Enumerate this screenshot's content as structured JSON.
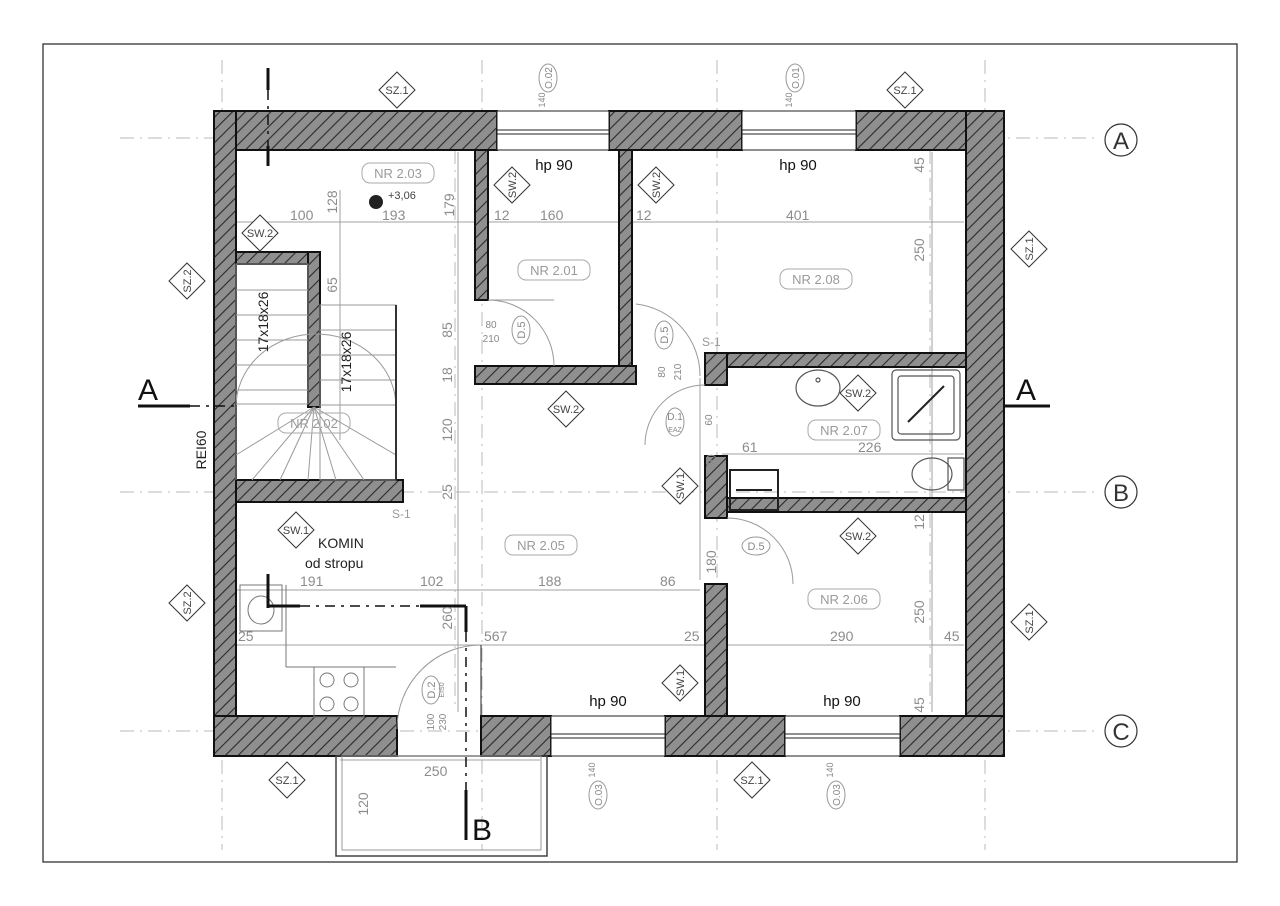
{
  "section_marks": {
    "a": "A",
    "b": "B"
  },
  "axes": {
    "a": "A",
    "b": "B",
    "c": "C"
  },
  "rooms": {
    "r203": "NR 2.03",
    "r201": "NR 2.01",
    "r208": "NR 2.08",
    "r202": "NR 2.02",
    "r207": "NR 2.07",
    "r205": "NR 2.05",
    "r206": "NR 2.06"
  },
  "level": "+3,06",
  "window_labels": {
    "w1": "hp 90",
    "w2": "hp 90",
    "w3": "hp 90",
    "w4": "hp 90"
  },
  "window_tags": {
    "t1": "140",
    "t2": "140",
    "t3": "140",
    "t4": "140"
  },
  "window_codes": {
    "c1": "O.02",
    "c2": "O.01",
    "c3": "O.03",
    "c4": "O.03"
  },
  "wall_tags": {
    "sz1_a": "SZ.1",
    "sz1_b": "SZ.1",
    "sz1_c": "SZ.1",
    "sz1_d": "SZ.1",
    "sz1_e": "SZ.1",
    "sz1_f": "SZ.1",
    "sz2_a": "SZ.2",
    "sz2_b": "SZ.2",
    "sw2_a": "SW.2",
    "sw2_b": "SW.2",
    "sw2_c": "SW.2",
    "sw2_d": "SW.2",
    "sw2_e": "SW.2",
    "sw2_f": "SW.2",
    "sw1_a": "SW.1",
    "sw1_b": "SW.1",
    "sw1_c": "SW.1"
  },
  "doors": {
    "d1": "D.5",
    "d1_size": "80",
    "d1_h": "210",
    "d2": "D.5",
    "d2_size": "80",
    "d2_h": "210",
    "d3": "D.1",
    "d3_sub": "EAZ",
    "d3_size": "60",
    "d4": "D.5",
    "d5": "D.2",
    "d5_sub": "EIS0",
    "d5_size": "100",
    "d5_h": "230"
  },
  "stairs": {
    "s1": "17x18x26",
    "s2": "17x18x26"
  },
  "chimney": {
    "line1": "KOMIN",
    "line2": "od stropu"
  },
  "fire": "REI60",
  "s_marks": {
    "s1": "S-1",
    "s2": "S-1"
  },
  "dimensions": {
    "d100": "100",
    "d128": "128",
    "d193": "193",
    "d179": "179",
    "d12a": "12",
    "d160": "160",
    "d12b": "12",
    "d401": "401",
    "d45a": "45",
    "d250a": "250",
    "d65": "65",
    "d85": "85",
    "d18": "18",
    "d120": "120",
    "d25a": "25",
    "d61": "61",
    "d226": "226",
    "d12c": "12",
    "d191": "191",
    "d102": "102",
    "d188": "188",
    "d86": "86",
    "d260": "260",
    "d567": "567",
    "d25b": "25",
    "d290": "290",
    "d45b": "45",
    "d250b": "250",
    "d45c": "45",
    "d25c": "25",
    "d250c": "250",
    "d120b": "120",
    "d180": "180",
    "d80": "80"
  }
}
